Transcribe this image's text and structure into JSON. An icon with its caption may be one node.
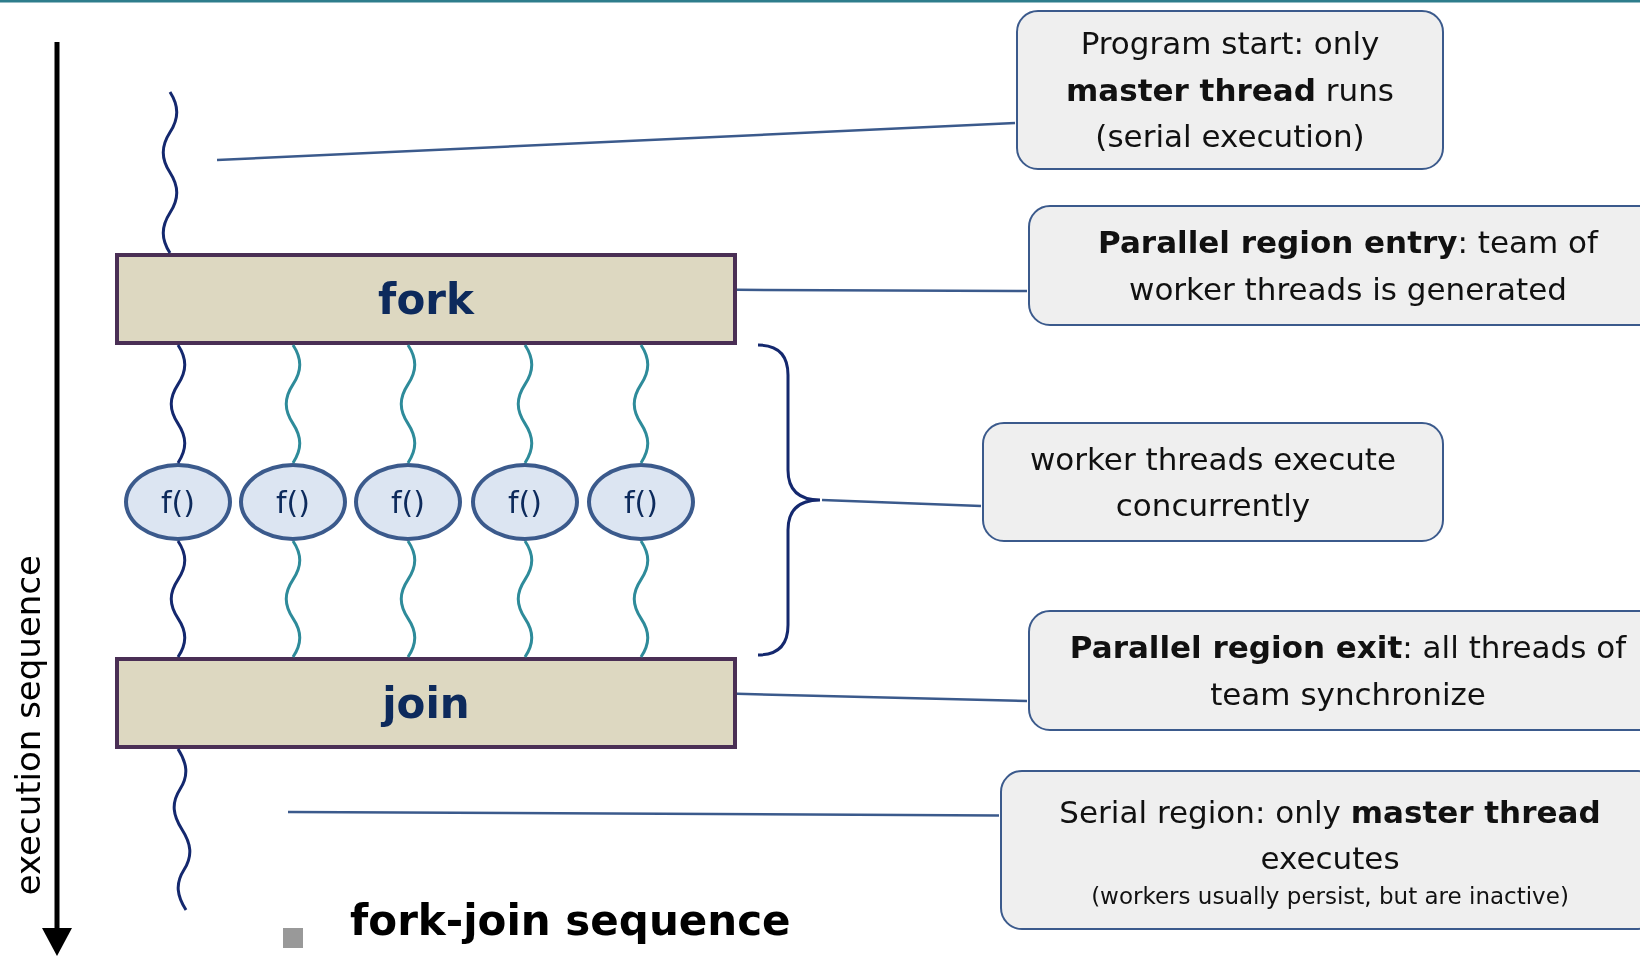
{
  "diagram": {
    "nodes": [
      {
        "text": [
          "Program start: only **master thread** runs (serial execution)"
        ]
      },
      {
        "text": [
          "fork"
        ]
      },
      {
        "text": [
          "**Parallel region entry**: team of worker threads is generated"
        ]
      },
      {
        "text": [
          "f()"
        ]
      },
      {
        "text": [
          "f()"
        ]
      },
      {
        "text": [
          "f()"
        ]
      },
      {
        "text": [
          "f()"
        ]
      },
      {
        "text": [
          "f()"
        ]
      },
      {
        "text": [
          "worker threads execute concurrently"
        ]
      },
      {
        "text": [
          "join"
        ]
      },
      {
        "text": [
          "**Parallel region exit**: all threads of team synchronize"
        ]
      },
      {
        "text": [
          "Serial region: only **master thread** executes",
          "(workers usually persist, but are inactive)"
        ]
      },
      {
        "text": [],
        "shape": "bracket"
      }
    ],
    "edges": [
      {
        "from": null,
        "to": 1,
        "arrow": "none",
        "color": "#14286e"
      },
      {
        "from": 0,
        "to": null,
        "arrow": "none"
      },
      {
        "from": 2,
        "to": 1,
        "arrow": "none"
      },
      {
        "from": 1,
        "to": 3,
        "arrow": "none",
        "color": "#14286e"
      },
      {
        "from": 1,
        "to": 4,
        "arrow": "none"
      },
      {
        "from": 1,
        "to": 5,
        "arrow": "none"
      },
      {
        "from": 1,
        "to": 6,
        "arrow": "none"
      },
      {
        "from": 1,
        "to": 7,
        "arrow": "none"
      },
      {
        "from": 3,
        "to": 9,
        "arrow": "none",
        "color": "#14286e"
      },
      {
        "from": 4,
        "to": 9,
        "arrow": "none"
      },
      {
        "from": 5,
        "to": 9,
        "arrow": "none"
      },
      {
        "from": 6,
        "to": 9,
        "arrow": "none"
      },
      {
        "from": 7,
        "to": 9,
        "arrow": "none"
      },
      {
        "from": 8,
        "to": 12,
        "arrow": "none"
      },
      {
        "from": 10,
        "to": 9,
        "arrow": "none"
      },
      {
        "from": 9,
        "to": null,
        "arrow": "none",
        "color": "#14286e"
      },
      {
        "from": 11,
        "to": null,
        "arrow": "none"
      }
    ],
    "labels": [
      "execution sequence",
      "fork-join sequence"
    ]
  }
}
